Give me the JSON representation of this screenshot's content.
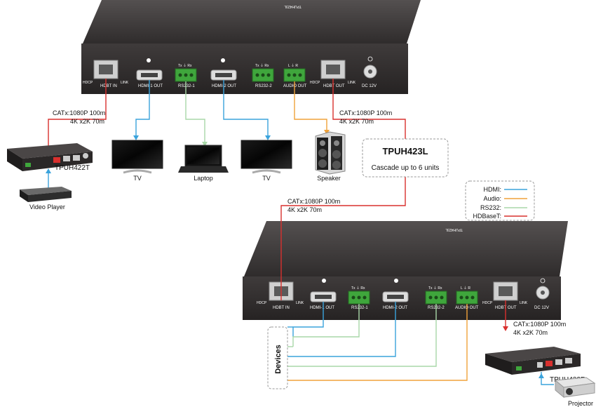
{
  "top_unit": {
    "model_tag": "TPUH423L",
    "ports": {
      "hdbt_in": "HDBT IN",
      "hdmi1": "HDMI-1 OUT",
      "rs232_1": "RS232-1",
      "hdmi2": "HDMI-2 OUT",
      "rs232_2": "RS232-2",
      "audio": "AUDIO OUT",
      "hdbt_out": "HDBT OUT",
      "dc": "DC 12V",
      "hdcp": "HDCP",
      "link": "LINK",
      "txrx": "Tx ⏚ Rx",
      "lr": "L ⏚ R"
    }
  },
  "bottom_unit": {
    "model_tag": "TPUH423L",
    "ports": {
      "hdbt_in": "HDBT IN",
      "hdmi1": "HDMI-1 OUT",
      "rs232_1": "RS232-1",
      "hdmi2": "HDMI-2 OUT",
      "rs232_2": "RS232-2",
      "audio": "AUDIO OUT",
      "hdbt_out": "HDBT OUT",
      "dc": "DC 12V",
      "hdcp": "HDCP",
      "link": "LINK",
      "txrx": "Tx ⏚ Rx",
      "lr": "L ⏚ R"
    }
  },
  "cable_labels": {
    "left_line1": "CATx:1080P 100m",
    "left_line2": "4K x2K 70m",
    "right_line1": "CATx:1080P 100m",
    "right_line2": "4K x2K 70m",
    "mid_line1": "CATx:1080P 100m",
    "mid_line2": "4K x2K 70m",
    "bottom_line1": "CATx:1080P 100m",
    "bottom_line2": "4K x2K 70m"
  },
  "center_box": {
    "title": "TPUH423L",
    "subtitle": "Cascade up to 6 units"
  },
  "devices": {
    "tpuh422t": "TPUH422T",
    "video_player": "Video Player",
    "tv1": "TV",
    "laptop": "Laptop",
    "tv2": "TV",
    "speaker": "Speaker",
    "tpuh422r": "TPUH422R",
    "projector": "Projector",
    "devices_box": "Devices"
  },
  "legend": {
    "items": [
      {
        "label": "HDMI:",
        "color": "#3aa3dc"
      },
      {
        "label": "Audio:",
        "color": "#f0a23a"
      },
      {
        "label": "RS232:",
        "color": "#a9d7a8"
      },
      {
        "label": "HDBaseT:",
        "color": "#d9302e"
      }
    ]
  },
  "colors": {
    "hdmi": "#3aa3dc",
    "audio": "#f0a23a",
    "rs232": "#a9d7a8",
    "hdbt": "#d9302e",
    "chassis": "#3c3838",
    "terminal": "#3fa63c"
  }
}
